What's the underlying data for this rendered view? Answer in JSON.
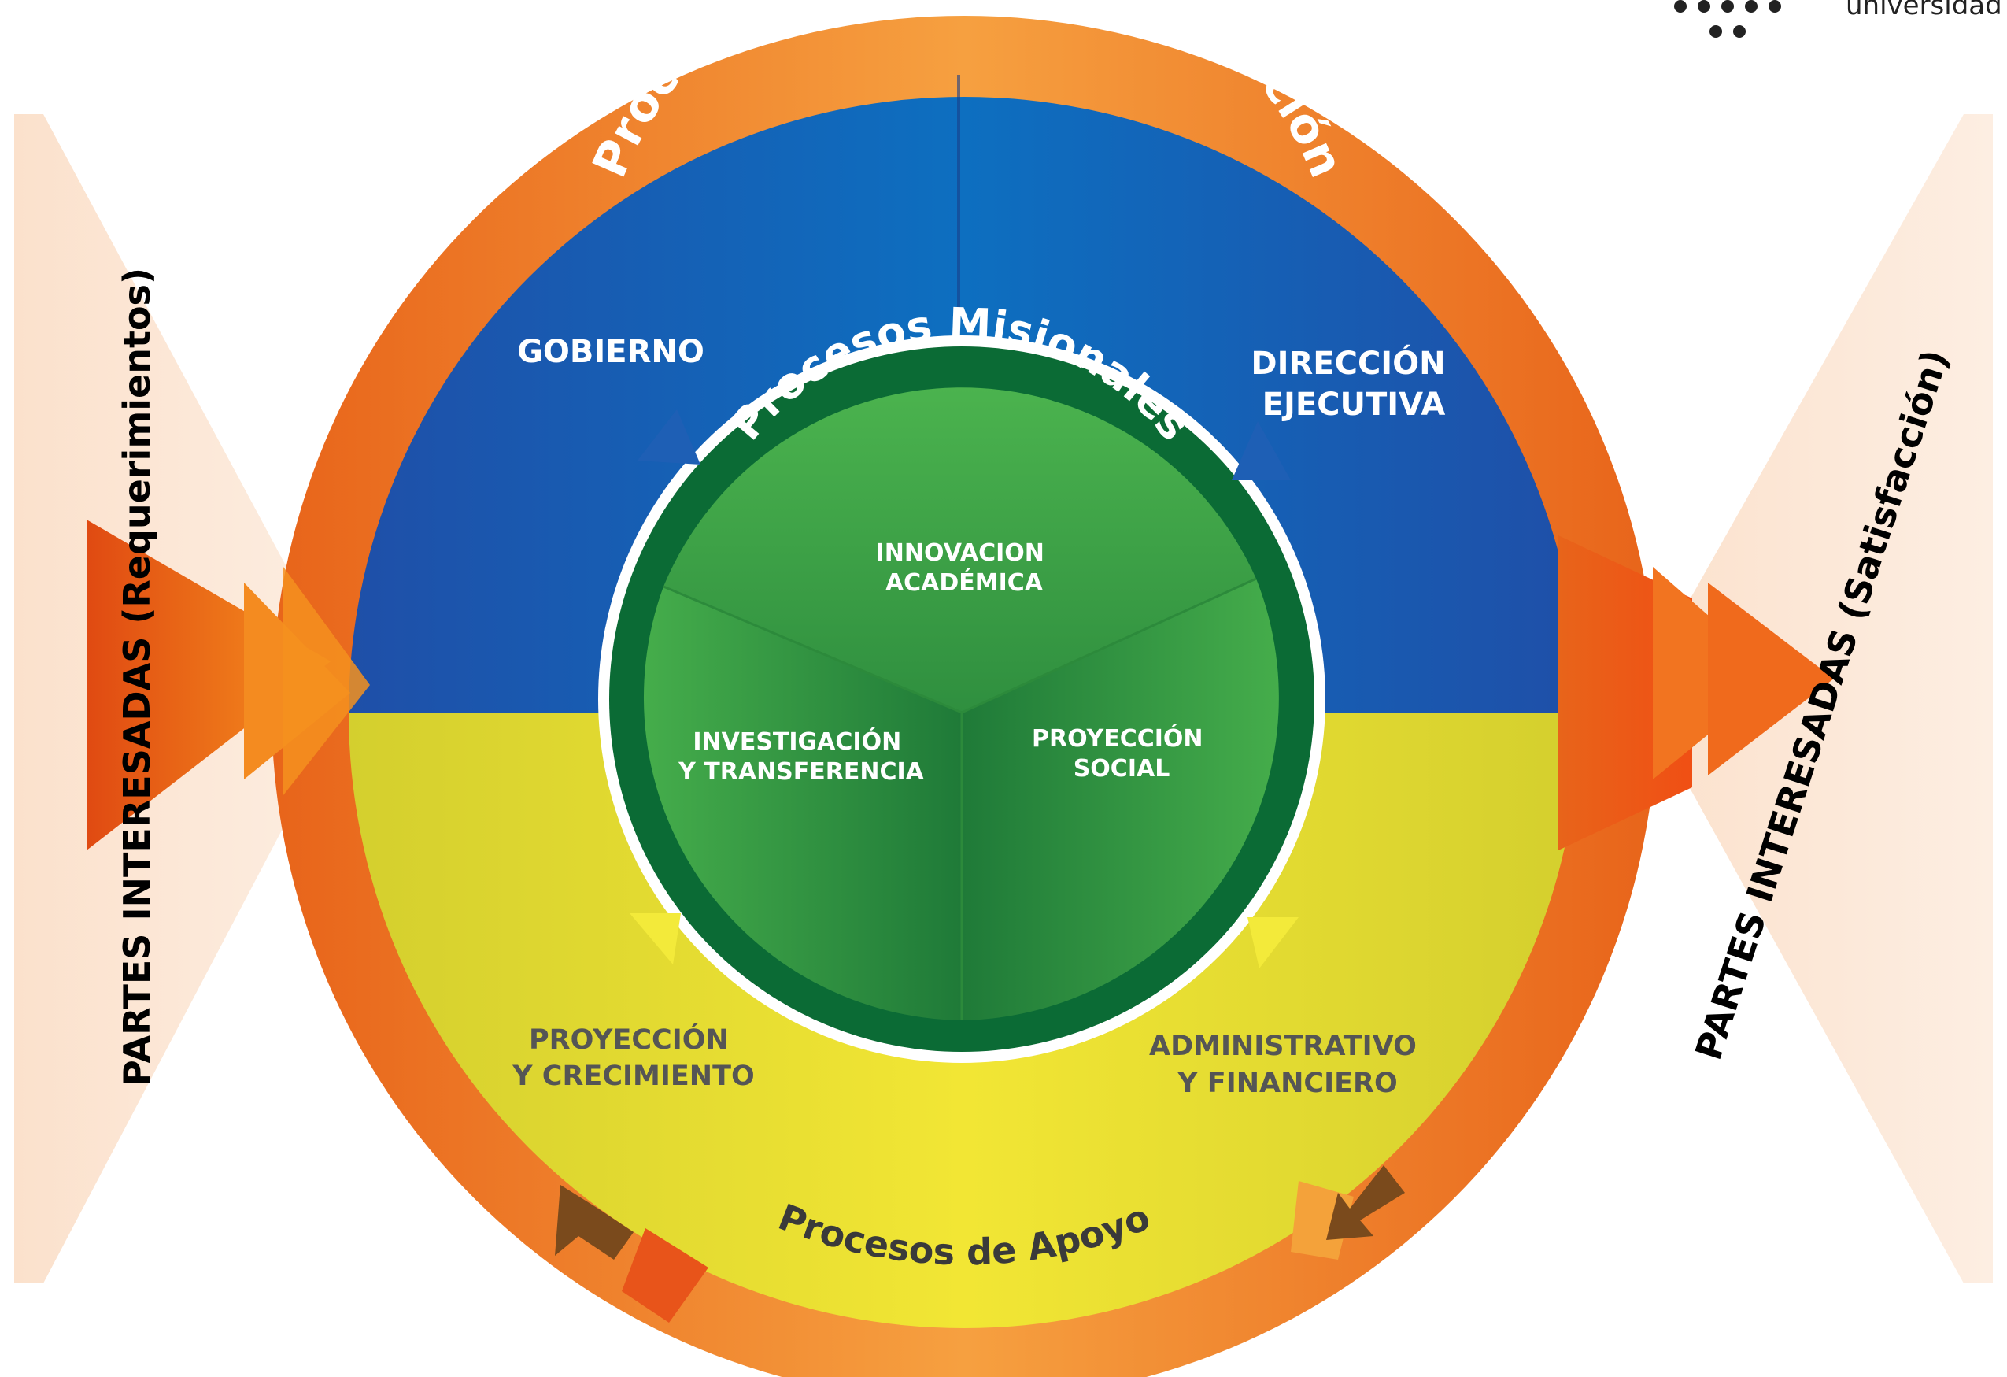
{
  "brand": {
    "text": "universidad"
  },
  "stakeholders": {
    "left": "PARTES INTERESADAS (Requerimientos)",
    "right": "PARTES INTERESADAS (Satisfacción)"
  },
  "ring_titles": {
    "top": "Procesos de Gobierno y Dirección",
    "bottom": "Procesos de Apoyo",
    "core": "Procesos Misionales"
  },
  "governance": {
    "left": [
      "GOBIERNO"
    ],
    "right": [
      "DIRECCIÓN",
      "EJECUTIVA"
    ]
  },
  "support": {
    "left": [
      "PROYECCIÓN",
      "Y CRECIMIENTO"
    ],
    "right": [
      "ADMINISTRATIVO",
      "Y FINANCIERO"
    ]
  },
  "missional": {
    "top": [
      "INNOVACION",
      "ACADÉMICA"
    ],
    "left": [
      "INVESTIGACIÓN",
      "Y TRANSFERENCIA"
    ],
    "right": [
      "PROYECCIÓN",
      "SOCIAL"
    ]
  },
  "colors": {
    "governance_blue": "#1565c0",
    "support_yellow": "#e8df2e",
    "missional_green": "#3faa48",
    "missional_dark": "#0b6b35",
    "ring_orange": "#f08a1e",
    "stakeholder_peach": "#fbe3cf",
    "apoyo_arrow_brown": "#7a4a1c"
  }
}
